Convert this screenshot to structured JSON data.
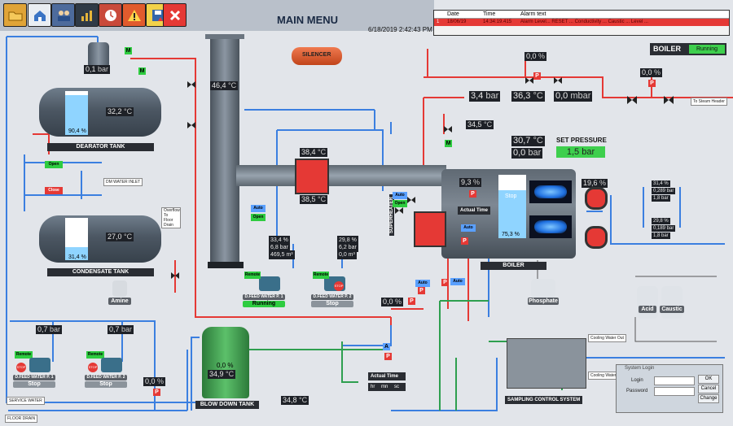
{
  "header": {
    "title": "MAIN MENU",
    "datetime": "6/18/2019 2:42:43 PM",
    "toolbar_icons": [
      "folder-icon",
      "home-icon",
      "users-icon",
      "chart-icon",
      "clock-icon",
      "warning-icon",
      "save-icon",
      "close-icon"
    ]
  },
  "alarm_table": {
    "columns": [
      "Date",
      "Time",
      "Alarm text"
    ],
    "row": {
      "index": "1",
      "date": "18/06/19",
      "time": "14:34:19.415",
      "text": "Alarm Level... RESET ... Conductivity ... Caustic ... Level ..."
    }
  },
  "boiler_status": {
    "title": "BOILER",
    "status": "Running"
  },
  "steam_line": {
    "pressure": "3,4",
    "pressure_unit": "bar",
    "temperature": "36,3",
    "temperature_unit": "°C",
    "flow": "0,0",
    "flow_unit": "mbar",
    "to_header_label": "To Steam Header"
  },
  "silencer": "SILENCER",
  "stack_temp": {
    "value": "46,4",
    "unit": "°C"
  },
  "dearator": {
    "title": "DEARATOR TANK",
    "pressure": "0,1",
    "pressure_unit": "bar",
    "temperature": "32,2",
    "temperature_unit": "°C",
    "level": "90,4",
    "level_unit": "%",
    "level_fraction": 0.904
  },
  "dm_water_inlet": "DM WATER INLET",
  "condensate": {
    "title": "CONDENSATE TANK",
    "temperature": "27,0",
    "temperature_unit": "°C",
    "level": "31,4",
    "level_unit": "%",
    "level_fraction": 0.314,
    "overflow": "Overflow To Floor Drain"
  },
  "amine": "Amine",
  "economizer": {
    "top_temp": "38,4",
    "bottom_temp": "38,5",
    "unit": "°C"
  },
  "feed_pumps_top": [
    {
      "name": "D.FEED WATER P. 1",
      "status": "Running",
      "mode": "Remote",
      "readings": [
        "33,4 %",
        "6,8 bar",
        "469,5 m³"
      ]
    },
    {
      "name": "D.FEED WATER P. 2",
      "status": "Stop",
      "mode": "Remote",
      "readings": [
        "29,8 %",
        "6,2 bar",
        "0,0 m³"
      ]
    }
  ],
  "feed_pumps_bottom": [
    {
      "name": "D.FEED WATER P. 1",
      "status": "Stop",
      "mode": "Remote",
      "pressure": "0,7",
      "unit": "bar"
    },
    {
      "name": "D.FEED WATER P. 2",
      "status": "Stop",
      "mode": "Remote",
      "pressure": "0,7",
      "unit": "bar"
    }
  ],
  "boiler": {
    "title": "BOILER",
    "temperature": "30,7",
    "temperature_unit": "°C",
    "pressure": "0,0",
    "pressure_unit": "bar",
    "set_pressure_label": "SET PRESSURE",
    "set_pressure": "1,5",
    "set_pressure_unit": "bar",
    "drum_level": "75,3",
    "drum_level_unit": "%",
    "level_fraction": 0.753,
    "stop_label": "Stop",
    "superheater": "SUPERHEATER",
    "actual_time": "Actual Time",
    "valve_pct": "9,3",
    "valve_unit": "%",
    "right_pct": "19,6",
    "right_unit": "%"
  },
  "burner_readouts": [
    "31,4 %",
    "0,289 bar",
    "1,8 bar",
    "29,8 %",
    "0,189 bar",
    "1,8 bar"
  ],
  "steam_valve_pct": {
    "value": "0,0",
    "unit": "%"
  },
  "steam_valve2_pct": {
    "value": "0,0",
    "unit": "%"
  },
  "steam_small": {
    "value": "34,5",
    "unit": "°C"
  },
  "blowdown_valve": {
    "value": "0,0",
    "unit": "%"
  },
  "blow_down": {
    "title": "BLOW DOWN TANK",
    "level": "0,0",
    "level_unit": "%",
    "temperature": "34,9",
    "temperature_unit": "°C",
    "outlet_temp": "34,8",
    "outlet_unit": "°C"
  },
  "bd_timer": {
    "label": "Actual Time",
    "units": [
      "hr",
      "mn",
      "sc"
    ]
  },
  "chem": {
    "phosphate": "Phosphate",
    "acid": "Acid",
    "caustic": "Caustic"
  },
  "sampling": {
    "title": "SAMPLING CONTROL SYSTEM",
    "cooling_in": "Cooling Water In",
    "cooling_out": "Cooling Water Out"
  },
  "service_water": "SERVICE WATER",
  "floor_drain": "FLOOR DRAIN",
  "small_valve_pct": {
    "value": "0,0",
    "unit": "%"
  },
  "login": {
    "title": "System Login",
    "login_label": "Login",
    "password_label": "Password",
    "ok": "OK",
    "cancel": "Cancel",
    "change": "Change"
  },
  "mode_labels": {
    "auto": "Auto",
    "open": "Open",
    "close": "Close"
  },
  "colors": {
    "water_pipe": "#3b7fe0",
    "steam_pipe": "#e53935",
    "green_pipe": "#2e9f4f",
    "tank_body": "#4c5763",
    "water": "#8fd4ff"
  }
}
